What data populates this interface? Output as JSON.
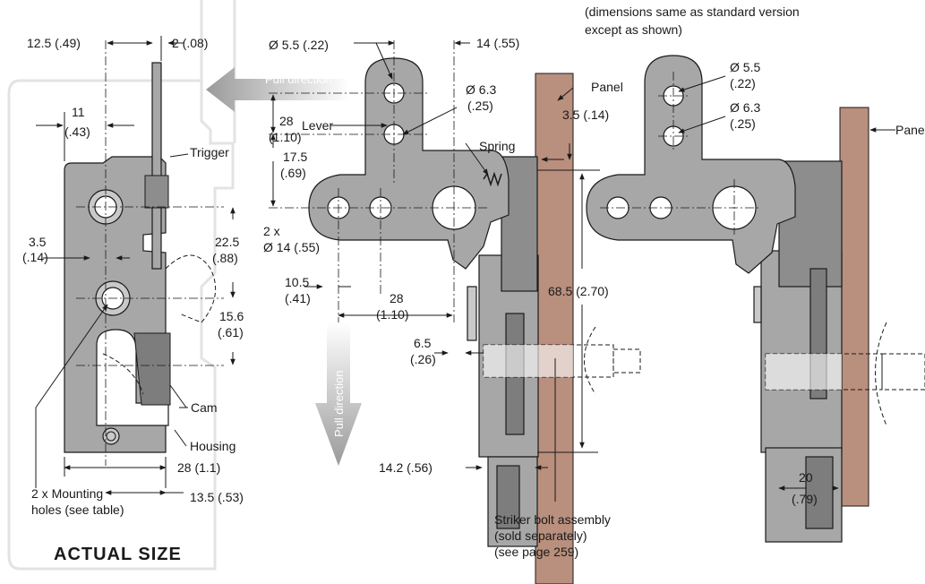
{
  "header_note": {
    "line1": "(dimensions same as standard version",
    "line2": "except as shown)"
  },
  "watermark": {
    "text": "ACTUAL SIZE"
  },
  "left_view": {
    "dim_top_left": "12.5 (.49)",
    "dim_top_right": "2 (.08)",
    "dim_11_a": "11",
    "dim_11_b": "(.43)",
    "dim_35_a": "3.5",
    "dim_35_b": "(.14)",
    "dim_225_a": "22.5",
    "dim_225_b": "(.88)",
    "dim_156_a": "15.6",
    "dim_156_b": "(.61)",
    "dim_28": "28 (1.1)",
    "dim_135": "13.5 (.53)",
    "label_trigger": "Trigger",
    "label_cam": "Cam",
    "label_housing": "Housing",
    "label_holes_1": "2 x Mounting",
    "label_holes_2": "holes (see table)"
  },
  "center_view": {
    "pull_direction_h": "Pull direction",
    "pull_direction_v": "Pull direction",
    "dim_d55": "Ø 5.5 (.22)",
    "dim_14": "14 (.55)",
    "dim_d63_a": "Ø 6.3",
    "dim_d63_b": "(.25)",
    "dim_28_a": "28",
    "dim_28_b": "(1.10)",
    "dim_175_a": "17.5",
    "dim_175_b": "(.69)",
    "dim_2x_a": "2 x",
    "dim_2x_b": "Ø 14 (.55)",
    "dim_105_a": "10.5",
    "dim_105_b": "(.41)",
    "dim_28b_a": "28",
    "dim_28b_b": "(1.10)",
    "dim_65_a": "6.5",
    "dim_65_b": "(.26)",
    "dim_35": "3.5 (.14)",
    "dim_685": "68.5 (2.70)",
    "dim_142": "14.2 (.56)",
    "label_lever": "Lever",
    "label_spring": "Spring",
    "label_panel": "Panel",
    "striker_1": "Striker bolt assembly",
    "striker_2": "(sold separately)",
    "striker_3": "(see page 259)"
  },
  "right_view": {
    "dim_d55_a": "Ø 5.5",
    "dim_d55_b": "(.22)",
    "dim_d63_a": "Ø 6.3",
    "dim_d63_b": "(.25)",
    "label_panel": "Pane",
    "dim_20_a": "20",
    "dim_20_b": "(.79)"
  },
  "colors": {
    "metal": "#a7a7a7",
    "metal_dark": "#7d7d7d",
    "metal_light": "#c9c9c9",
    "panel": "#b98f7d",
    "line": "#1a1a1a",
    "ghost": "#e3e3e3"
  }
}
